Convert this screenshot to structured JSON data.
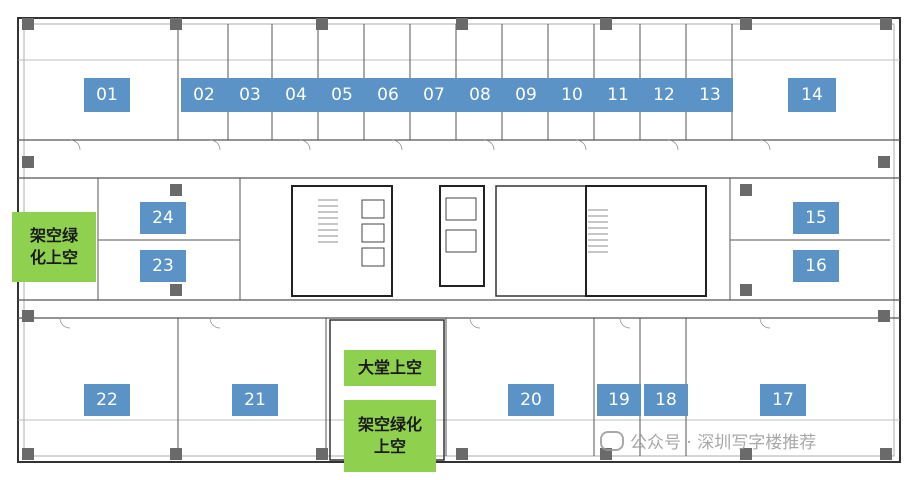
{
  "units": {
    "u01": "01",
    "u02": "02",
    "u03": "03",
    "u04": "04",
    "u05": "05",
    "u06": "06",
    "u07": "07",
    "u08": "08",
    "u09": "09",
    "u10": "10",
    "u11": "11",
    "u12": "12",
    "u13": "13",
    "u14": "14",
    "u15": "15",
    "u16": "16",
    "u17": "17",
    "u18": "18",
    "u19": "19",
    "u20": "20",
    "u21": "21",
    "u22": "22",
    "u23": "23",
    "u24": "24"
  },
  "greens": {
    "west_line1": "架空绿",
    "west_line2": "化上空",
    "lobby": "大堂上空",
    "south_line1": "架空绿化",
    "south_line2": "上空"
  },
  "watermark": "公众号 · 深圳写字楼推荐",
  "colors": {
    "unit_fill": "#5b93c7",
    "green_fill": "#8fd14f",
    "wall": "#333333",
    "column": "#6a6a6a"
  }
}
